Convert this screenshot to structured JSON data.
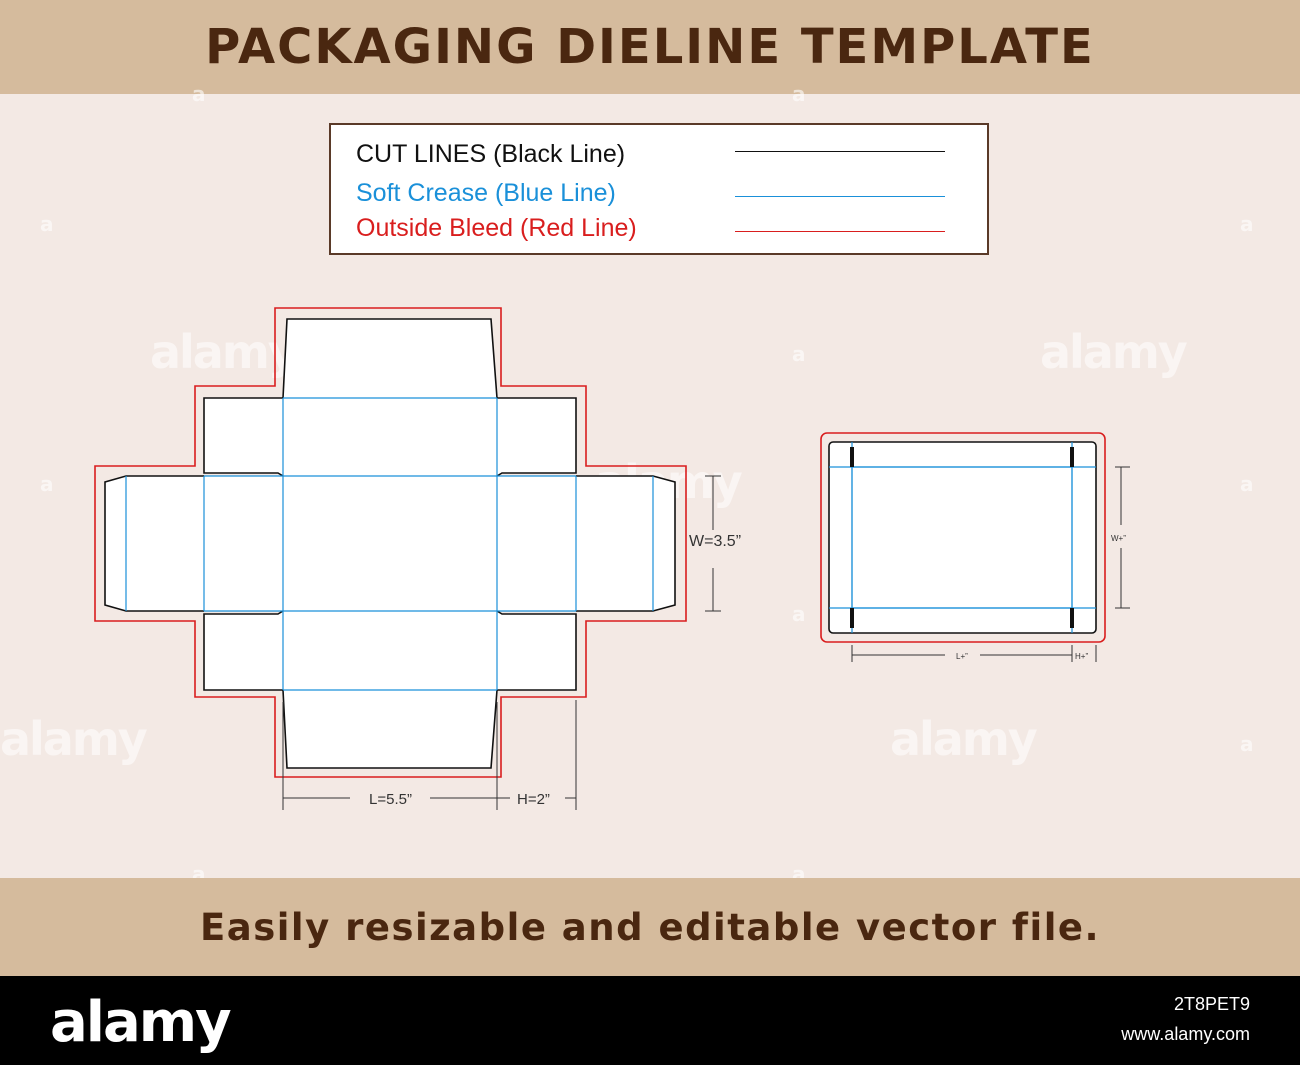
{
  "header": {
    "title": "PACKAGING DIELINE TEMPLATE"
  },
  "legend": {
    "items": [
      {
        "label": "CUT LINES (Black Line)",
        "color": "#111111"
      },
      {
        "label": "Soft Crease (Blue Line)",
        "color": "#1a90d9"
      },
      {
        "label": "Outside Bleed (Red Line)",
        "color": "#d91e1e"
      }
    ]
  },
  "dieline_flat": {
    "dimensions": {
      "width": "W=3.5”",
      "length": "L=5.5”",
      "height": "H=2”"
    }
  },
  "dieline_assembled": {
    "dimensions": {
      "width": "W+”",
      "length": "L+”",
      "height": "H+”"
    }
  },
  "caption": "Easily resizable and editable vector file.",
  "watermark": {
    "text": "alamy",
    "letter": "a"
  },
  "footer": {
    "brand": "alamy",
    "image_id": "2T8PET9",
    "site": "www.alamy.com"
  },
  "colors": {
    "band": "#d5bb9d",
    "background": "#f3e9e4",
    "title_text": "#4a2710",
    "cut": "#111111",
    "crease": "#1a90d9",
    "bleed": "#d91e1e"
  }
}
